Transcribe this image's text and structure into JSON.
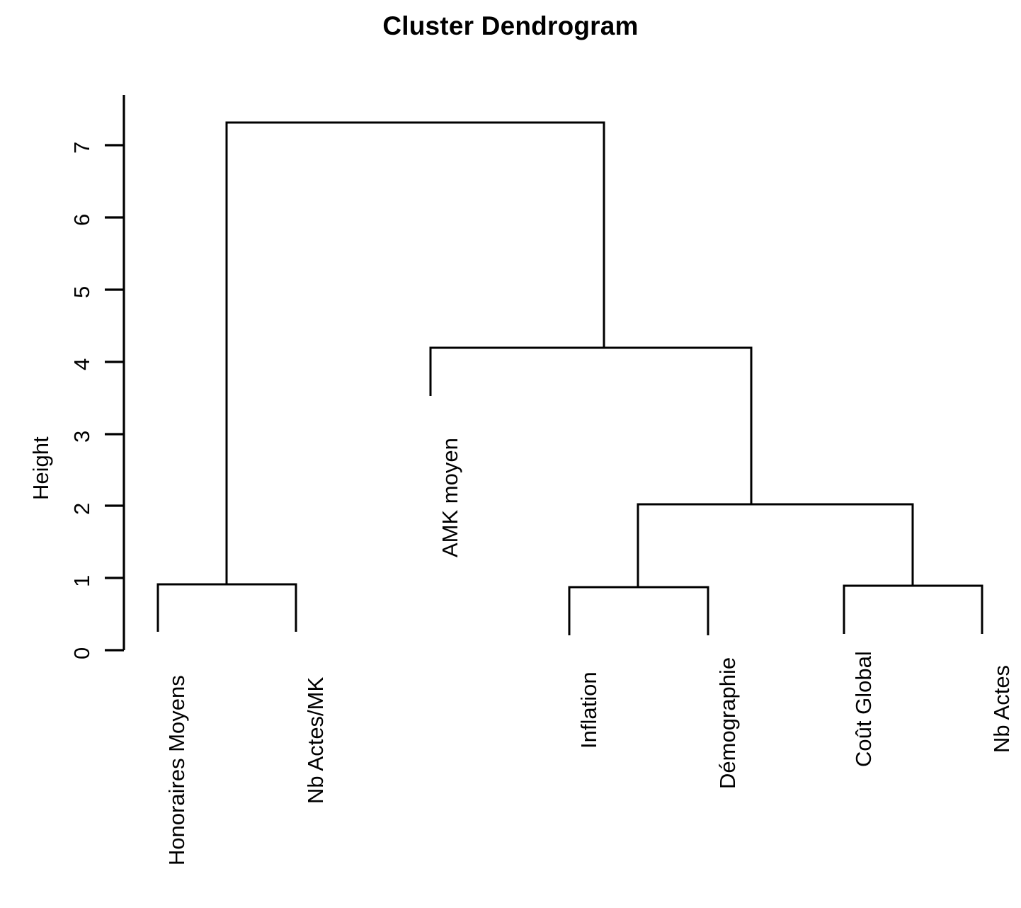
{
  "chart_data": {
    "type": "dendrogram",
    "title": "Cluster Dendrogram",
    "xlabel": "",
    "ylabel": "Height",
    "ylim": [
      0,
      7.6
    ],
    "yticks": [
      0,
      1,
      2,
      3,
      4,
      5,
      6,
      7
    ],
    "ytick_labels": [
      "0",
      "1",
      "2",
      "3",
      "4",
      "5",
      "6",
      "7"
    ],
    "grid": false,
    "legend": "none",
    "leaves": [
      "Honoraires Moyens",
      "Nb Actes/MK",
      "AMK moyen",
      "Inflation",
      "Démographie",
      "Coût Global",
      "Nb Actes"
    ],
    "leaf_order": [
      1,
      2,
      3,
      4,
      5,
      6,
      7
    ],
    "merges": [
      {
        "id": "m1",
        "label": "Honoraires Moyens + Nb Actes/MK",
        "height": 0.91,
        "left": "Honoraires Moyens",
        "right": "Nb Actes/MK"
      },
      {
        "id": "m2",
        "label": "Inflation + Démographie",
        "height": 0.87,
        "left": "Inflation",
        "right": "Démographie"
      },
      {
        "id": "m3",
        "label": "Coût Global + Nb Actes",
        "height": 0.89,
        "left": "Coût Global",
        "right": "Nb Actes"
      },
      {
        "id": "m4",
        "label": "(Inflation,Démographie) + (Coût Global,Nb Actes)",
        "height": 2.02,
        "left": "m2",
        "right": "m3"
      },
      {
        "id": "m5",
        "label": "AMK moyen + m4",
        "height": 4.19,
        "left": "AMK moyen",
        "right": "m4"
      },
      {
        "id": "m6",
        "label": "m1 + m5 (root)",
        "height": 7.31,
        "left": "m1",
        "right": "m5"
      }
    ],
    "colors": {
      "line": "#000000",
      "background": "#ffffff",
      "text": "#000000"
    }
  },
  "axis": {
    "y_title": "Height",
    "ticks": [
      {
        "value": "7"
      },
      {
        "value": "6"
      },
      {
        "value": "5"
      },
      {
        "value": "4"
      },
      {
        "value": "3"
      },
      {
        "value": "2"
      },
      {
        "value": "1"
      },
      {
        "value": "0"
      }
    ]
  },
  "title": {
    "text": "Cluster Dendrogram"
  },
  "leaf_labels": [
    {
      "text": "Honoraires Moyens"
    },
    {
      "text": "Nb Actes/MK"
    },
    {
      "text": "AMK moyen"
    },
    {
      "text": "Inflation"
    },
    {
      "text": "Démographie"
    },
    {
      "text": "Coût Global"
    },
    {
      "text": "Nb Actes"
    }
  ]
}
